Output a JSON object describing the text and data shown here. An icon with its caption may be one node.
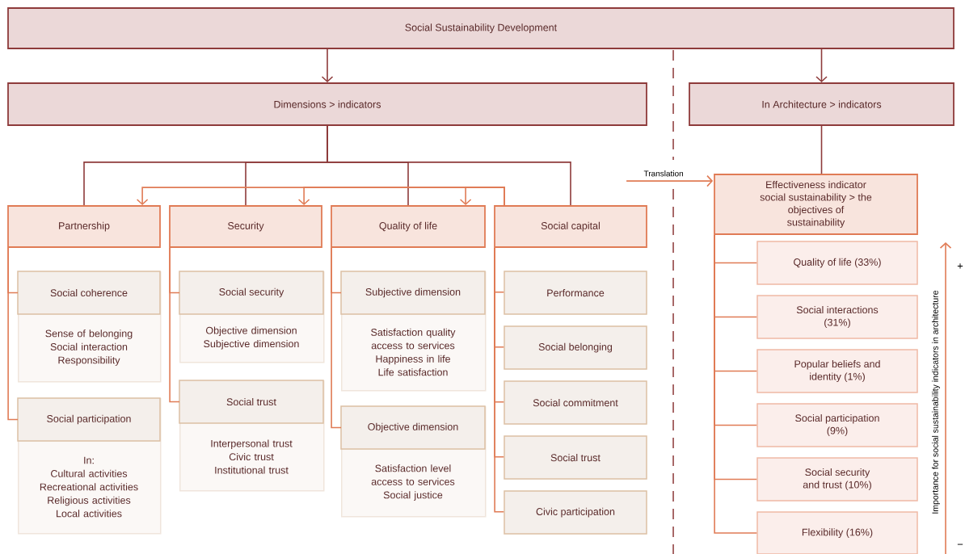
{
  "diagram": {
    "nodes": [
      {
        "text": [
          "Social Sustainability Development"
        ]
      },
      {
        "text": [
          "Dimensions > indicators"
        ]
      },
      {
        "text": [
          "In Architecture > indicators"
        ]
      },
      {
        "text": [
          "Partnership"
        ]
      },
      {
        "text": [
          "Security"
        ]
      },
      {
        "text": [
          "Quality of life"
        ]
      },
      {
        "text": [
          "Social capital"
        ]
      },
      {
        "text": [
          "Social coherence",
          "Sense of belonging",
          "Social interaction",
          "Responsibility"
        ]
      },
      {
        "text": [
          "Social participation",
          "In:",
          "Cultural activities",
          "Recreational activities",
          "Religious activities",
          "Local activities"
        ]
      },
      {
        "text": [
          "Social security",
          "Objective dimension",
          "Subjective dimension"
        ]
      },
      {
        "text": [
          "Social trust",
          "Interpersonal trust",
          "Civic trust",
          "Institutional trust"
        ]
      },
      {
        "text": [
          "Subjective dimension",
          "Satisfaction quality access to services",
          "Happiness in life",
          "Life satisfaction"
        ]
      },
      {
        "text": [
          "Objective dimension",
          "Satisfaction level access to services",
          "Social justice"
        ]
      },
      {
        "text": [
          "Performance"
        ]
      },
      {
        "text": [
          "Social belonging"
        ]
      },
      {
        "text": [
          "Social commitment"
        ]
      },
      {
        "text": [
          "Social trust"
        ]
      },
      {
        "text": [
          "Civic participation"
        ]
      },
      {
        "text": [
          "Effectiveness indicator social sustainability > the objectives of sustainability"
        ]
      },
      {
        "text": [
          "Quality of life (33%)"
        ]
      },
      {
        "text": [
          "Social interactions (31%)"
        ]
      },
      {
        "text": [
          "Popular beliefs and identity (1%)"
        ]
      },
      {
        "text": [
          "Social participation (9%)"
        ]
      },
      {
        "text": [
          "Social security and trust (10%)"
        ]
      },
      {
        "text": [
          "Flexibility (16%)"
        ]
      }
    ],
    "edges": [
      {
        "from": 0,
        "to": 1,
        "arrow": "to",
        "color": "#8e3b3b"
      },
      {
        "from": 0,
        "to": 2,
        "arrow": "to",
        "color": "#8e3b3b"
      },
      {
        "from": 1,
        "to": 3,
        "arrow": "none",
        "color": "#8e3b3b"
      },
      {
        "from": 1,
        "to": 4,
        "arrow": "none",
        "color": "#8e3b3b"
      },
      {
        "from": 1,
        "to": 5,
        "arrow": "none",
        "color": "#8e3b3b"
      },
      {
        "from": 1,
        "to": 6,
        "arrow": "none",
        "color": "#8e3b3b"
      },
      {
        "from": 6,
        "to": 3,
        "arrow": "to"
      },
      {
        "from": 6,
        "to": 4,
        "arrow": "to"
      },
      {
        "from": 6,
        "to": 5,
        "arrow": "to"
      },
      {
        "from": 3,
        "to": 7,
        "arrow": "none"
      },
      {
        "from": 3,
        "to": 8,
        "arrow": "none"
      },
      {
        "from": 4,
        "to": 9,
        "arrow": "none"
      },
      {
        "from": 4,
        "to": 10,
        "arrow": "none"
      },
      {
        "from": 5,
        "to": 11,
        "arrow": "none"
      },
      {
        "from": 5,
        "to": 12,
        "arrow": "none"
      },
      {
        "from": 6,
        "to": 13,
        "arrow": "none"
      },
      {
        "from": 6,
        "to": 14,
        "arrow": "none"
      },
      {
        "from": 6,
        "to": 15,
        "arrow": "none"
      },
      {
        "from": 6,
        "to": 16,
        "arrow": "none"
      },
      {
        "from": 6,
        "to": 17,
        "arrow": "none"
      },
      {
        "from": 2,
        "to": 18,
        "arrow": "none",
        "color": "#8e3b3b"
      },
      {
        "from": null,
        "to": 18,
        "arrow": "to",
        "label": "Translation"
      },
      {
        "from": 18,
        "to": 19,
        "arrow": "none"
      },
      {
        "from": 18,
        "to": 20,
        "arrow": "none"
      },
      {
        "from": 18,
        "to": 21,
        "arrow": "none"
      },
      {
        "from": 18,
        "to": 22,
        "arrow": "none"
      },
      {
        "from": 18,
        "to": 23,
        "arrow": "none"
      },
      {
        "from": 18,
        "to": 24,
        "arrow": "none"
      }
    ],
    "labels": [
      "+",
      "Importance for social sustainability indicators in architecture",
      "−"
    ]
  }
}
